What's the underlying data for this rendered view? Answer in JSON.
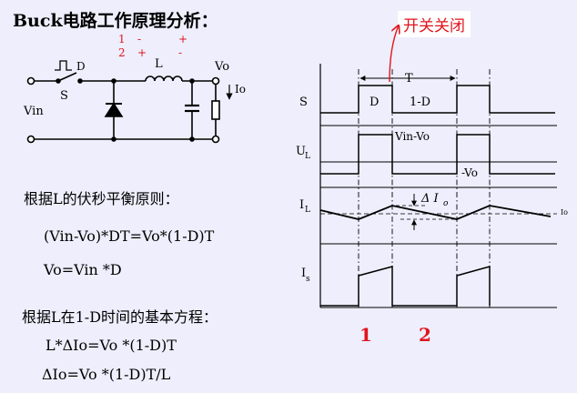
{
  "title": "Buck电路工作原理分析：",
  "callout": "开关关闭",
  "colors": {
    "background": "#EEEEFC",
    "accent_red": "#E0141C",
    "line": "#000000"
  },
  "circuit": {
    "polarity_row1_num": "1",
    "polarity_row1_a": "-",
    "polarity_row1_b": "+",
    "polarity_row2_num": "2",
    "polarity_row2_a": "+",
    "polarity_row2_b": "-",
    "switch_label": "S",
    "pulse_label": "D",
    "inductor_label": "L",
    "vin_label": "Vin",
    "vo_label": "Vo",
    "io_label": "Io"
  },
  "waveforms": {
    "period_label": "T",
    "duty_label": "D",
    "off_label": "1-D",
    "s_label": "S",
    "ul_label": "U",
    "ul_sub": "L",
    "il_label": "I",
    "il_sub": "L",
    "is_label": "I",
    "is_sub": "s",
    "ul_high": "Vin-Vo",
    "ul_low": "-Vo",
    "delta_io": "Δ I",
    "delta_io_sub": "o",
    "io_tag": "Io",
    "interval_1": "1",
    "interval_2": "2"
  },
  "equations": {
    "principle": "根据L的伏秒平衡原则：",
    "eq1": "(Vin-Vo)*DT=Vo*(1-D)T",
    "eq2": "Vo=Vin *D",
    "basic": "根据L在1-D时间的基本方程：",
    "eq3": "L*ΔIo=Vo *(1-D)T",
    "eq4": "ΔIo=Vo *(1-D)T/L"
  }
}
